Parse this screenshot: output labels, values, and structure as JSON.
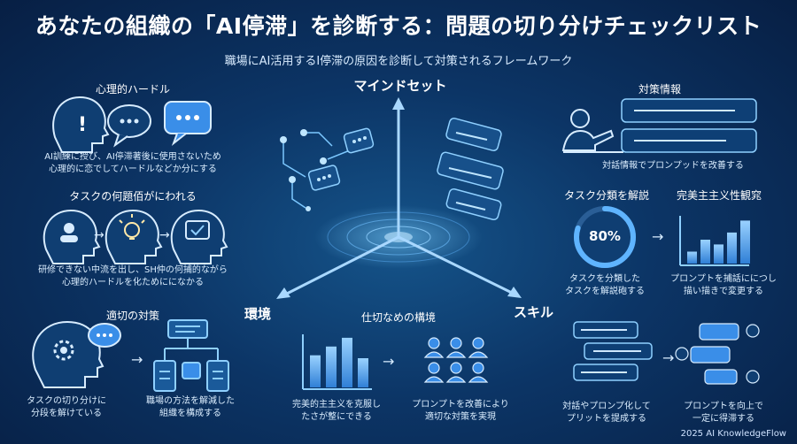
{
  "header": {
    "title": "あなたの組織の「AI停滞」を診断する：問題の切り分けチェックリスト",
    "subtitle": "職場にAI活用するI停滞の原因を診断して対策されるフレームワーク"
  },
  "left": {
    "psych_title": "心理的ハードル",
    "psych_caption_1": "AI訓練に授び、AI停滞著後に使用さないため",
    "psych_caption_2": "心理的に恋でしてハードルなどか分にする",
    "task_title": "タスクの何題佰がにわれる",
    "task_caption_1": "研修できない中流を出し、SH仲の何捕的ながら",
    "task_caption_2": "心理的ハードルを化ためにになかる",
    "measure_title": "適切の対策",
    "measure_caption_a_1": "タスクの切り分けに",
    "measure_caption_a_2": "分段を解けている",
    "measure_caption_b_1": "職場の方法を解減した",
    "measure_caption_b_2": "組織を構成する"
  },
  "center": {
    "axis_top": "マインドセット",
    "axis_left": "環境",
    "axis_right": "スキル",
    "structure_title": "仕切なめの構境",
    "structure_caption_a_1": "完美的主主义を克服し",
    "structure_caption_a_2": "たさが整にできる",
    "structure_caption_b_1": "プロンプトを改善により",
    "structure_caption_b_2": "適切な対策を実現"
  },
  "right": {
    "info_title": "対策情報",
    "info_caption": "対話情報でプロンプッドを改善する",
    "classify_title": "タスク分類を解説",
    "classify_percent": "80%",
    "classify_caption_1": "タスクを分類した",
    "classify_caption_2": "タスクを解説砲する",
    "perfect_title": "完美主主义性観窕",
    "perfect_caption_1": "プロンプトを捕話ににつし",
    "perfect_caption_2": "描い描きで変更する",
    "chat_caption_a_1": "対話やプロンプ化して",
    "chat_caption_a_2": "プリットを提成する",
    "chat_caption_b_1": "プロンプトを向上で",
    "chat_caption_b_2": "一定に得滞する"
  },
  "footer": {
    "credit": "2025 AI KnowledgeFlow"
  },
  "charts": {
    "classify_progress": 0.8,
    "perfect_bars": [
      0.25,
      0.5,
      0.4,
      0.65,
      0.9
    ],
    "structure_bars": [
      0.55,
      0.7,
      0.85,
      0.5
    ],
    "accent": "#5fb4ff",
    "accent_light": "#9fd3ff"
  },
  "icons": {
    "head_exclaim": "head-exclamation-icon",
    "speech_empty": "speech-bubble-icon",
    "speech_dots": "speech-dots-icon",
    "head_person": "head-person-icon",
    "head_bulb": "head-lightbulb-icon",
    "head_check": "head-check-icon",
    "head_gear": "head-gear-icon",
    "flowchart": "flowchart-icon",
    "team": "team-icon",
    "presenter": "presenter-icon"
  }
}
